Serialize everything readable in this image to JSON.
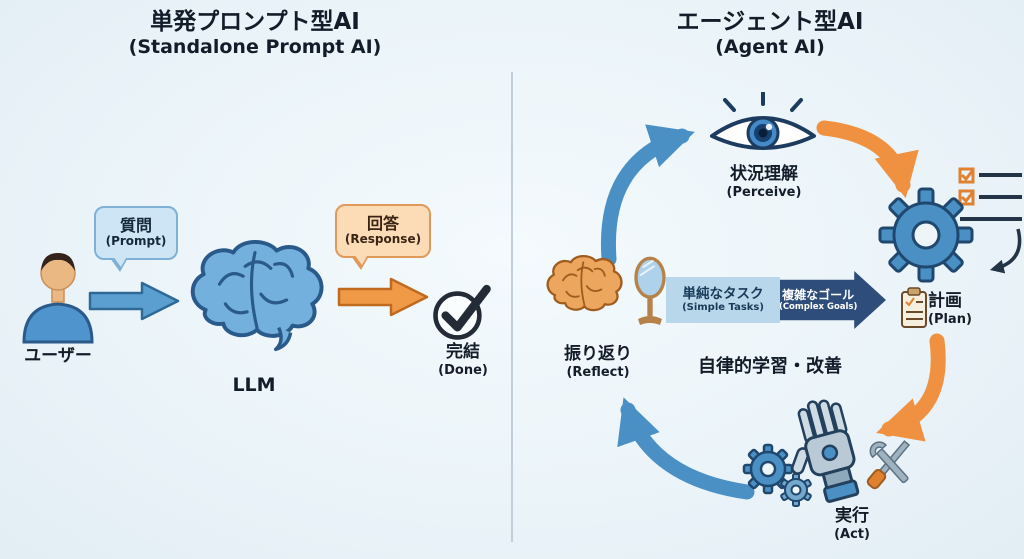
{
  "left_panel": {
    "title": "単発プロンプト型AI",
    "subtitle": "(Standalone Prompt AI)",
    "user_label": "ユーザー",
    "prompt_bubble_jp": "質問",
    "prompt_bubble_en": "(Prompt)",
    "llm_label": "LLM",
    "response_bubble_jp": "回答",
    "response_bubble_en": "(Response)",
    "done_jp": "完結",
    "done_en": "(Done)"
  },
  "right_panel": {
    "title": "エージェント型AI",
    "subtitle": "(Agent AI)",
    "perceive_jp": "状況理解",
    "perceive_en": "(Perceive)",
    "plan_jp": "計画",
    "plan_en": "(Plan)",
    "act_jp": "実行",
    "act_en": "(Act)",
    "reflect_jp": "振り返り",
    "reflect_en": "(Reflect)",
    "banner_simple_jp": "単純なタスク",
    "banner_simple_en": "(Simple Tasks)",
    "banner_complex_jp": "複雑なゴール",
    "banner_complex_en": "(Complex Goals)",
    "caption": "自律的学習・改善"
  },
  "icons": {
    "user": "person-icon",
    "llm_brain": "brain-icon",
    "done": "checkmark-circle-icon",
    "perceive": "eye-icon",
    "plan": "gear-checklist-icon",
    "plan_label": "clipboard-icon",
    "act": "robot-hand-tools-icon",
    "reflect": "brain-mirror-icon"
  },
  "colors": {
    "background": "#ebf4f9",
    "divider": "#c2cfd8",
    "blue": "#4a90c4",
    "blue_bubble": "#cde5f5",
    "orange": "#ef9140",
    "orange_bubble": "#fcdcb6",
    "banner_light": "#b9d7ea",
    "banner_dark": "#2e4d7b",
    "text": "#131d2a"
  }
}
